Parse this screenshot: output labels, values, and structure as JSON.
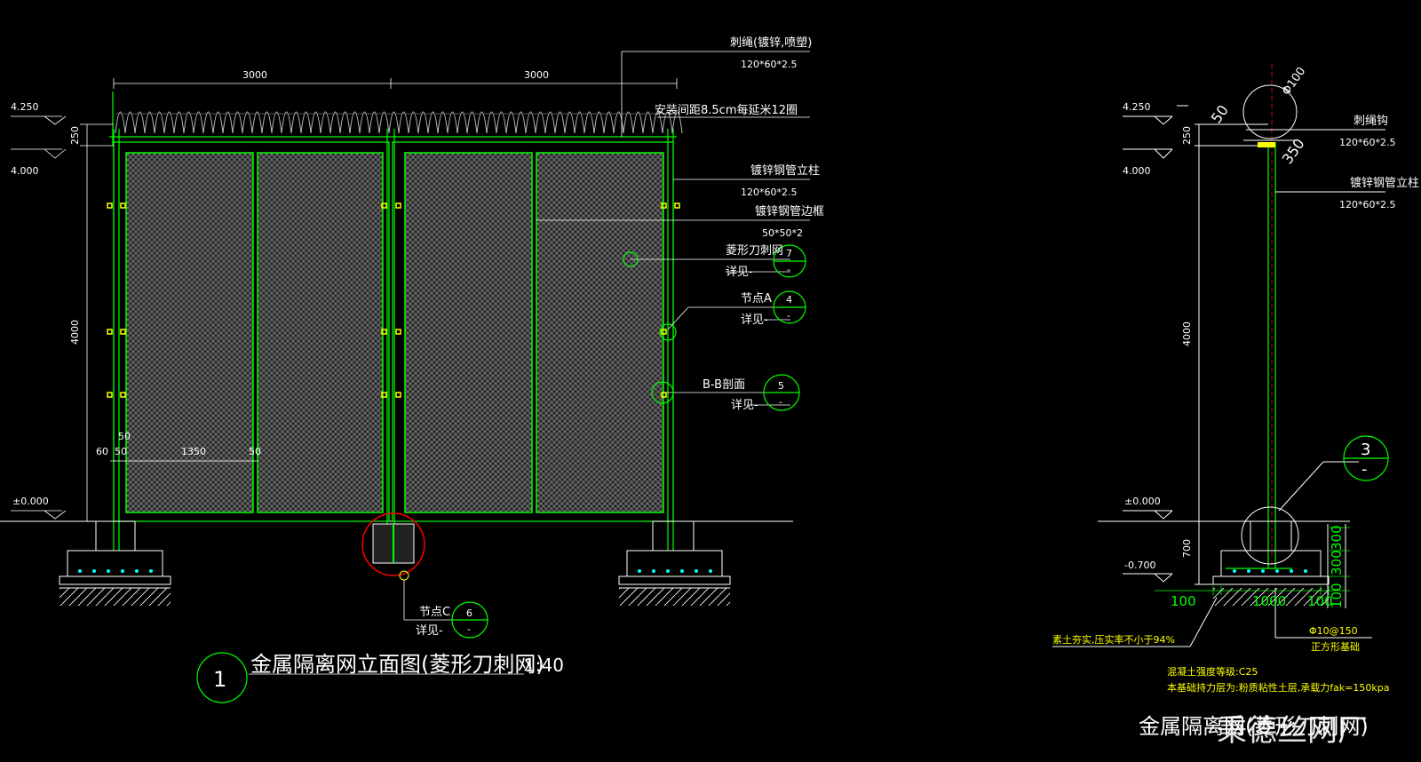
{
  "colors": {
    "background": "#000000",
    "line": "#00ff00",
    "text": "#ffffff",
    "note": "#ffff00",
    "highlight": "#ff0000",
    "cyan": "#00ffff"
  },
  "elevation": {
    "dims": {
      "top_left": "3000",
      "top_right": "3000",
      "h_top": "250",
      "h_main": "4000"
    },
    "levels": {
      "l1": "4.250",
      "l2": "4.000",
      "l0": "±0.000"
    },
    "bottom_dims": {
      "a": "50",
      "b": "60",
      "c": "50",
      "d": "1350",
      "e": "50"
    },
    "callouts": {
      "barbed_title": "刺绳(镀锌,喷塑)",
      "barbed_spec": "120*60*2.5",
      "spacing": "安装间距8.5cm每延米12圈",
      "post_title": "镀锌钢管立柱",
      "post_spec": "120*60*2.5",
      "frame_title": "镀锌钢管边框",
      "frame_spec": "50*50*2",
      "mesh_title": "菱形刀刺网",
      "mesh_see": "详见-",
      "mesh_num": "7",
      "mesh_sheet": "-",
      "nodeA_title": "节点A",
      "nodeA_see": "详见-",
      "nodeA_num": "4",
      "nodeA_sheet": "-",
      "section_title": "B-B剖面",
      "section_see": "详见-",
      "section_num": "5",
      "section_sheet": "-",
      "nodeC_title": "节点C",
      "nodeC_see": "详见-",
      "nodeC_num": "6",
      "nodeC_sheet": "-"
    },
    "title_num": "1",
    "title": "金属隔离网立面图(菱形刀刺网)",
    "scale": "1:40"
  },
  "section": {
    "levels": {
      "l1": "4.250",
      "l2": "4.000",
      "l0": "±0.000",
      "l3": "-0.700"
    },
    "dims": {
      "h_top": "250",
      "h_main": "4000",
      "h_found": "700",
      "d300a": "300",
      "d300b": "300",
      "b100a": "100",
      "b1000": "1000",
      "b100b": "100",
      "b100v": "100",
      "dia": "Φ100",
      "d50": "50",
      "d350": "350"
    },
    "callouts": {
      "hook_title": "刺绳钩",
      "hook_spec": "120*60*2.5",
      "post_title": "镀锌钢管立柱",
      "post_spec": "120*60*2.5",
      "detail_num": "3",
      "detail_sheet": "-",
      "backfill": "素土夯实,压实率不小于94%",
      "rebar": "Φ10@150",
      "rebar_note": "正方形基础",
      "concrete": "混凝土强度等级:C25",
      "bearing": "本基础持力层为:粉质粘性土层,承载力fak=150kpa"
    },
    "title": "金属隔离网(菱形刀刺网)"
  },
  "watermark": "秉德丝网厂"
}
